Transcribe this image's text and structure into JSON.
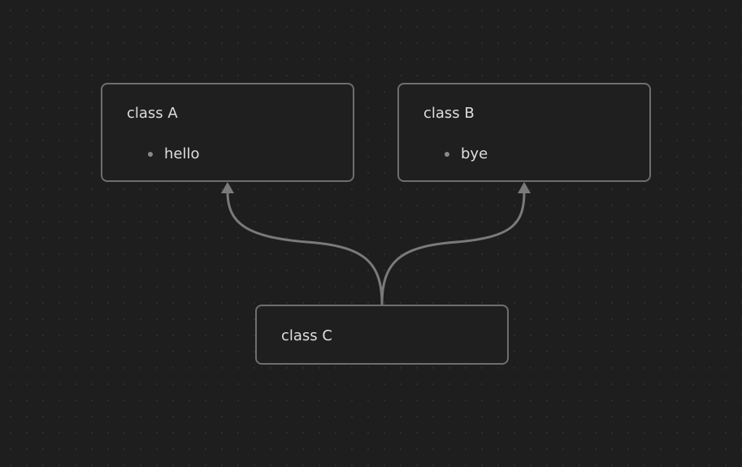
{
  "diagram": {
    "nodes": [
      {
        "id": "A",
        "title": "class A",
        "members": [
          "hello"
        ]
      },
      {
        "id": "B",
        "title": "class B",
        "members": [
          "bye"
        ]
      },
      {
        "id": "C",
        "title": "class C",
        "members": []
      }
    ],
    "edges": [
      {
        "from": "C",
        "to": "A"
      },
      {
        "from": "C",
        "to": "B"
      }
    ]
  },
  "colors": {
    "background": "#1e1e1e",
    "node_border": "#6e6e6e",
    "edge": "#7a7a7a",
    "text": "#dedede"
  }
}
